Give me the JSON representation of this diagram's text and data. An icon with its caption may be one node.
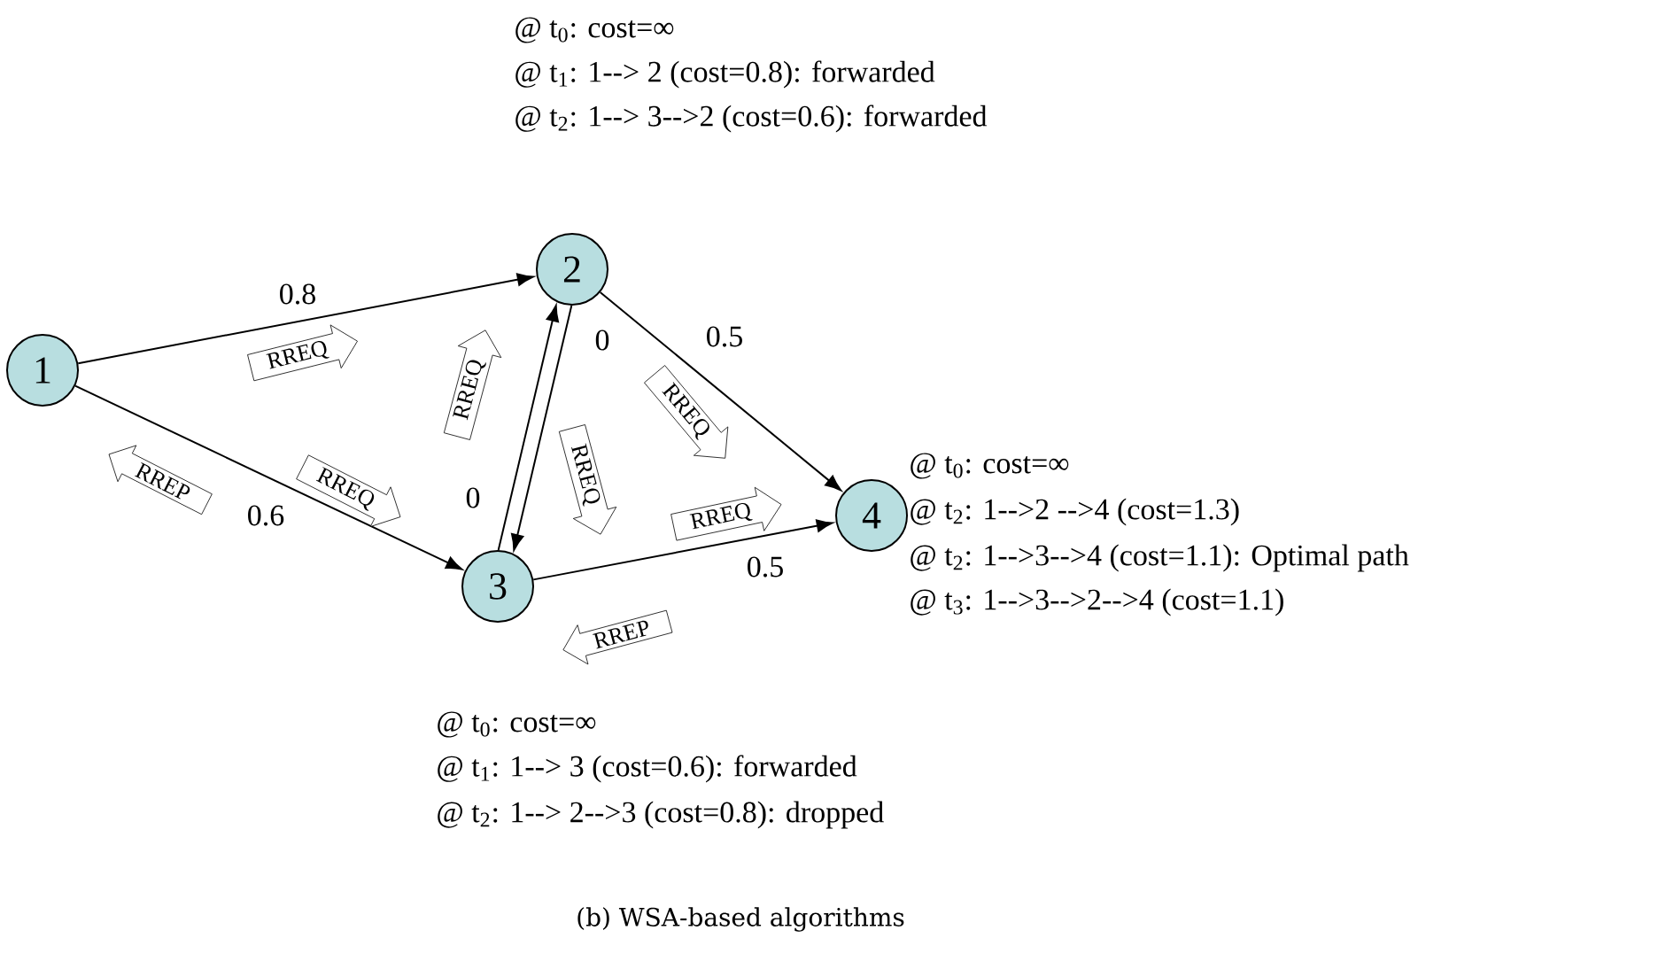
{
  "diagram": {
    "caption": "(b) WSA-based algorithms",
    "nodes": [
      {
        "text": [
          "1"
        ]
      },
      {
        "text": [
          "2"
        ]
      },
      {
        "text": [
          "3"
        ]
      },
      {
        "text": [
          "4"
        ]
      }
    ],
    "edges": [
      {
        "from": 0,
        "to": 1,
        "arrow": "to",
        "label": "0.8"
      },
      {
        "from": 0,
        "to": 2,
        "arrow": "to",
        "label": "0.6"
      },
      {
        "from": 2,
        "to": 1,
        "arrow": "to",
        "label": "0"
      },
      {
        "from": 1,
        "to": 2,
        "arrow": "to",
        "label": "0"
      },
      {
        "from": 1,
        "to": 3,
        "arrow": "to",
        "label": "0.5"
      },
      {
        "from": 2,
        "to": 3,
        "arrow": "to",
        "label": "0.5"
      }
    ],
    "labels": [
      "@ t$_{0}$: cost=∞",
      "@ t$_{1}$: 1--> 2 (cost=0.8): forwarded",
      "@ t$_{2}$: 1--> 3-->2 (cost=0.6): forwarded",
      "RREQ",
      "RREQ",
      "RREP",
      "RREQ",
      "RREQ",
      "RREQ",
      "RREQ",
      "RREP",
      "@ t$_{0}$: cost=∞",
      "@ t$_{2}$: 1-->2 -->4 (cost=1.3)",
      "@ t$_{2}$: 1-->3-->4 (cost=1.1): Optimal path",
      "@ t$_{3}$: 1-->3-->2-->4 (cost=1.1)",
      "@ t$_{0}$: cost=∞",
      "@ t$_{1}$: 1--> 3 (cost=0.6): forwarded",
      "@ t$_{2}$: 1--> 2-->3 (cost=0.8): dropped"
    ]
  }
}
